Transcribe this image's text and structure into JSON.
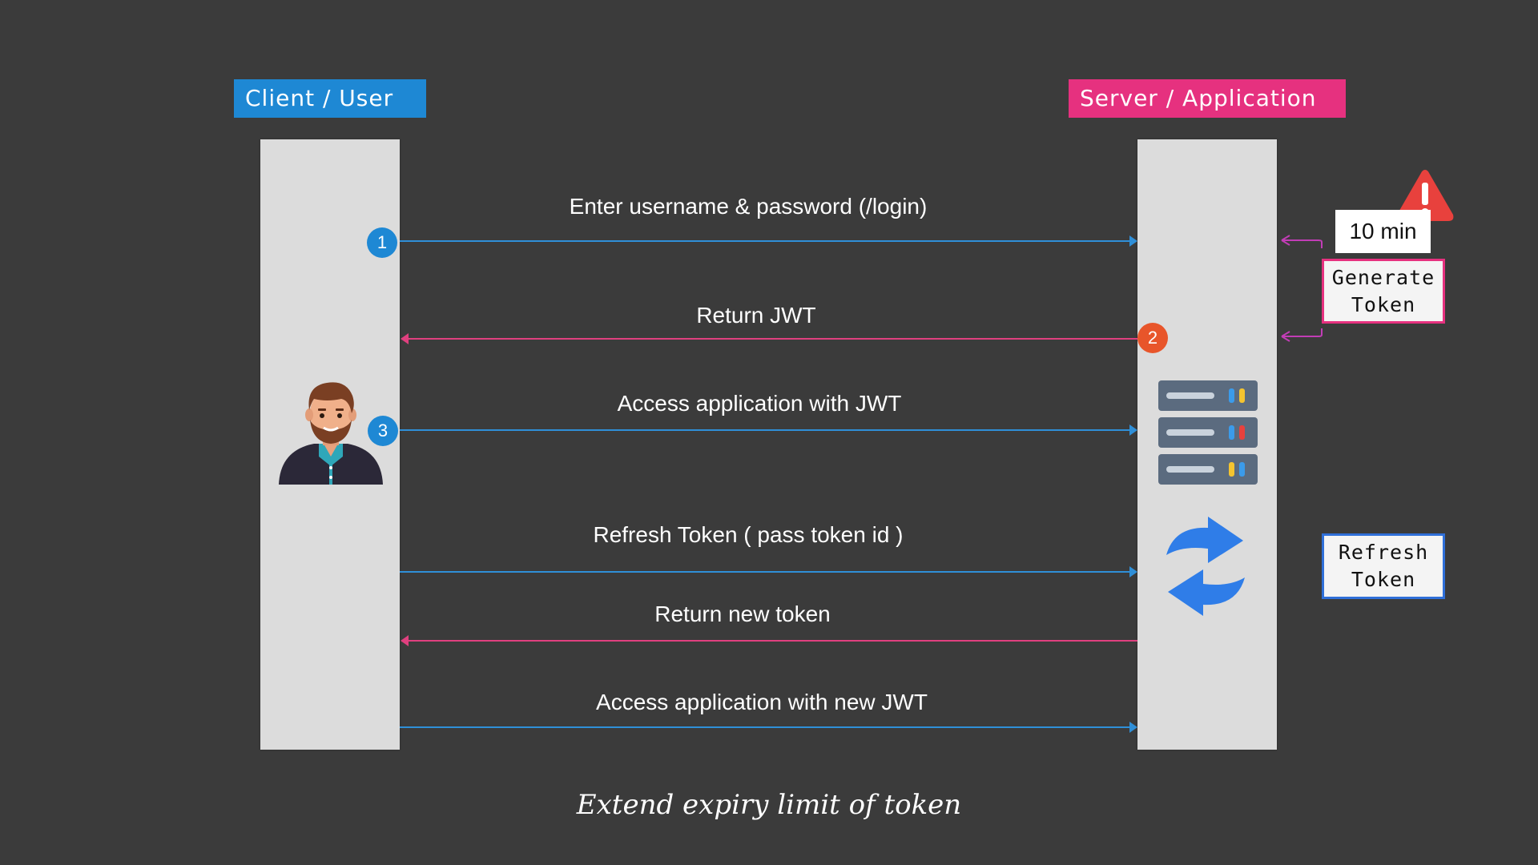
{
  "client_header": "Client / User",
  "server_header": "Server / Application",
  "messages": {
    "login": "Enter username & password (/login)",
    "return_jwt": "Return JWT",
    "access_jwt": "Access application with JWT",
    "refresh": "Refresh Token ( pass token id )",
    "return_new": "Return new token",
    "access_new": "Access application with new JWT"
  },
  "steps": [
    "1",
    "2",
    "3"
  ],
  "expiry_label": "10 min",
  "generate_token_label": "Generate\nToken",
  "refresh_token_label": "Refresh\nToken",
  "footer": "Extend expiry limit of token",
  "colors": {
    "background": "#3b3b3b",
    "client_header": "#1e88d4",
    "server_header": "#e6317f",
    "request_arrow": "#2f8fd8",
    "response_arrow": "#e0407f",
    "generate_border": "#e6317f",
    "refresh_border": "#2f6fd8"
  },
  "icons": [
    "person-avatar-icon",
    "server-rack-icon",
    "refresh-cycle-icon",
    "warning-triangle-icon"
  ]
}
